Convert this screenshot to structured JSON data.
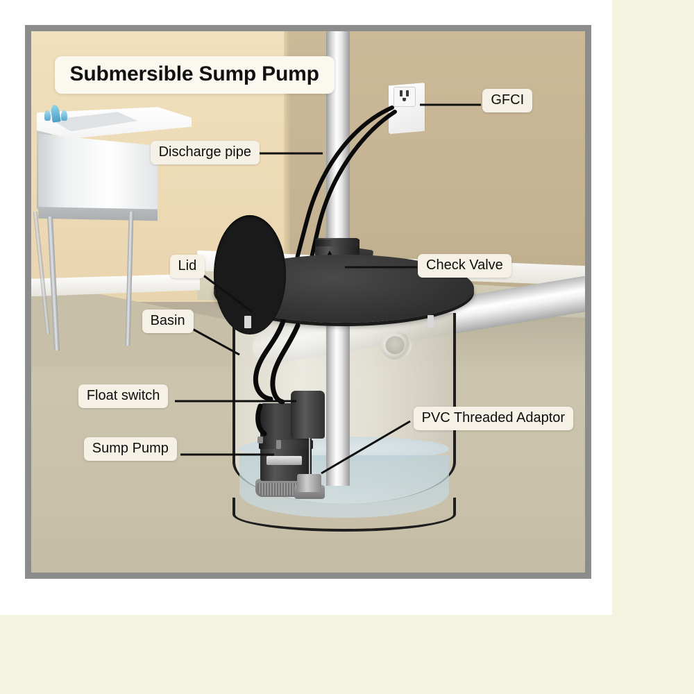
{
  "page": {
    "background_color": "#f3f3e0",
    "card_color": "#ffffff"
  },
  "diagram": {
    "title": "Submersible Sump Pump",
    "frame_color": "#8c8c8c",
    "palette": {
      "wall_left": "#ecd9b4",
      "wall_right": "#c4b393",
      "floor": "#ccc5ae",
      "lid": "#333333",
      "pipe": "#e8e8e8",
      "water": "#c6d9df",
      "label_bg": "#f6f1e6",
      "label_text": "#0d0d0d",
      "cord": "#0a0a0a"
    },
    "labels": [
      {
        "id": "discharge-pipe",
        "text": "Discharge pipe"
      },
      {
        "id": "gfci",
        "text": "GFCI"
      },
      {
        "id": "check-valve",
        "text": "Check Valve"
      },
      {
        "id": "lid",
        "text": "Lid"
      },
      {
        "id": "basin",
        "text": "Basin"
      },
      {
        "id": "float-switch",
        "text": "Float switch"
      },
      {
        "id": "pvc-threaded-adaptor",
        "text": "PVC Threaded Adaptor"
      },
      {
        "id": "sump-pump",
        "text": "Sump Pump"
      }
    ],
    "parts": {
      "utility_sink": "utility-sink",
      "faucet": "faucet",
      "wall_outlet": "gfci-outlet",
      "power_plug": "power-plug",
      "discharge_pipe": "discharge-pipe",
      "check_valve": "check-valve",
      "basin_lid": "basin-lid",
      "sump_basin": "sump-basin",
      "basin_inlet_port": "basin-inlet-port",
      "water": "basin-water",
      "sump_pump": "sump-pump",
      "float_switch": "float-switch",
      "pvc_threaded_adaptor": "pvc-threaded-adaptor",
      "floor_drain_pipe": "floor-pipe",
      "pump_nameplate": ""
    }
  }
}
